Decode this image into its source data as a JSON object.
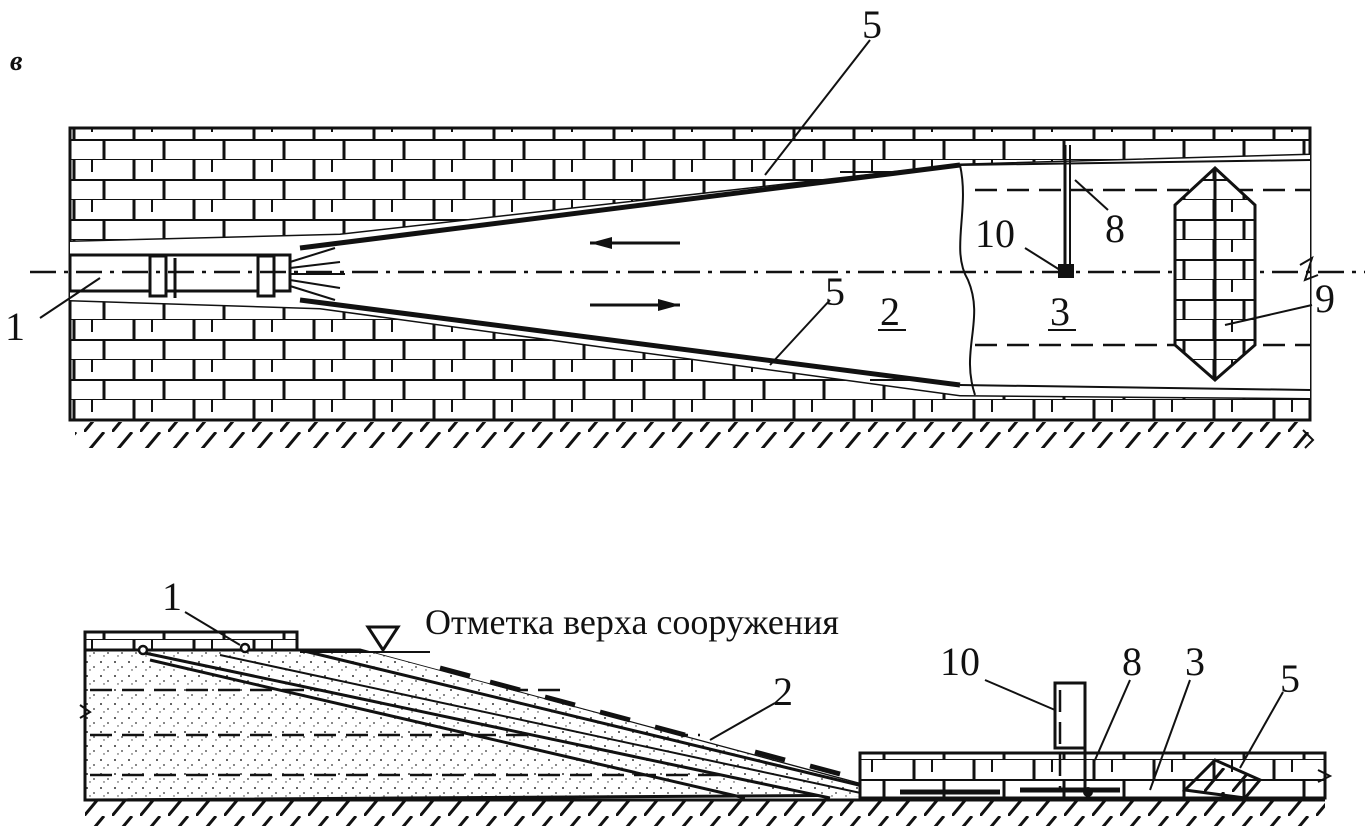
{
  "figure_letter": "в",
  "plan_view": {
    "labels": {
      "num1": "1",
      "num2": "2",
      "num3": "3",
      "num5_top": "5",
      "num5_bottom": "5",
      "num8": "8",
      "num9": "9",
      "num10": "10"
    }
  },
  "section_view": {
    "crest_label": "Отметка верха сооружения",
    "labels": {
      "num1": "1",
      "num2": "2",
      "num3": "3",
      "num5": "5",
      "num8": "8",
      "num10": "10"
    }
  }
}
